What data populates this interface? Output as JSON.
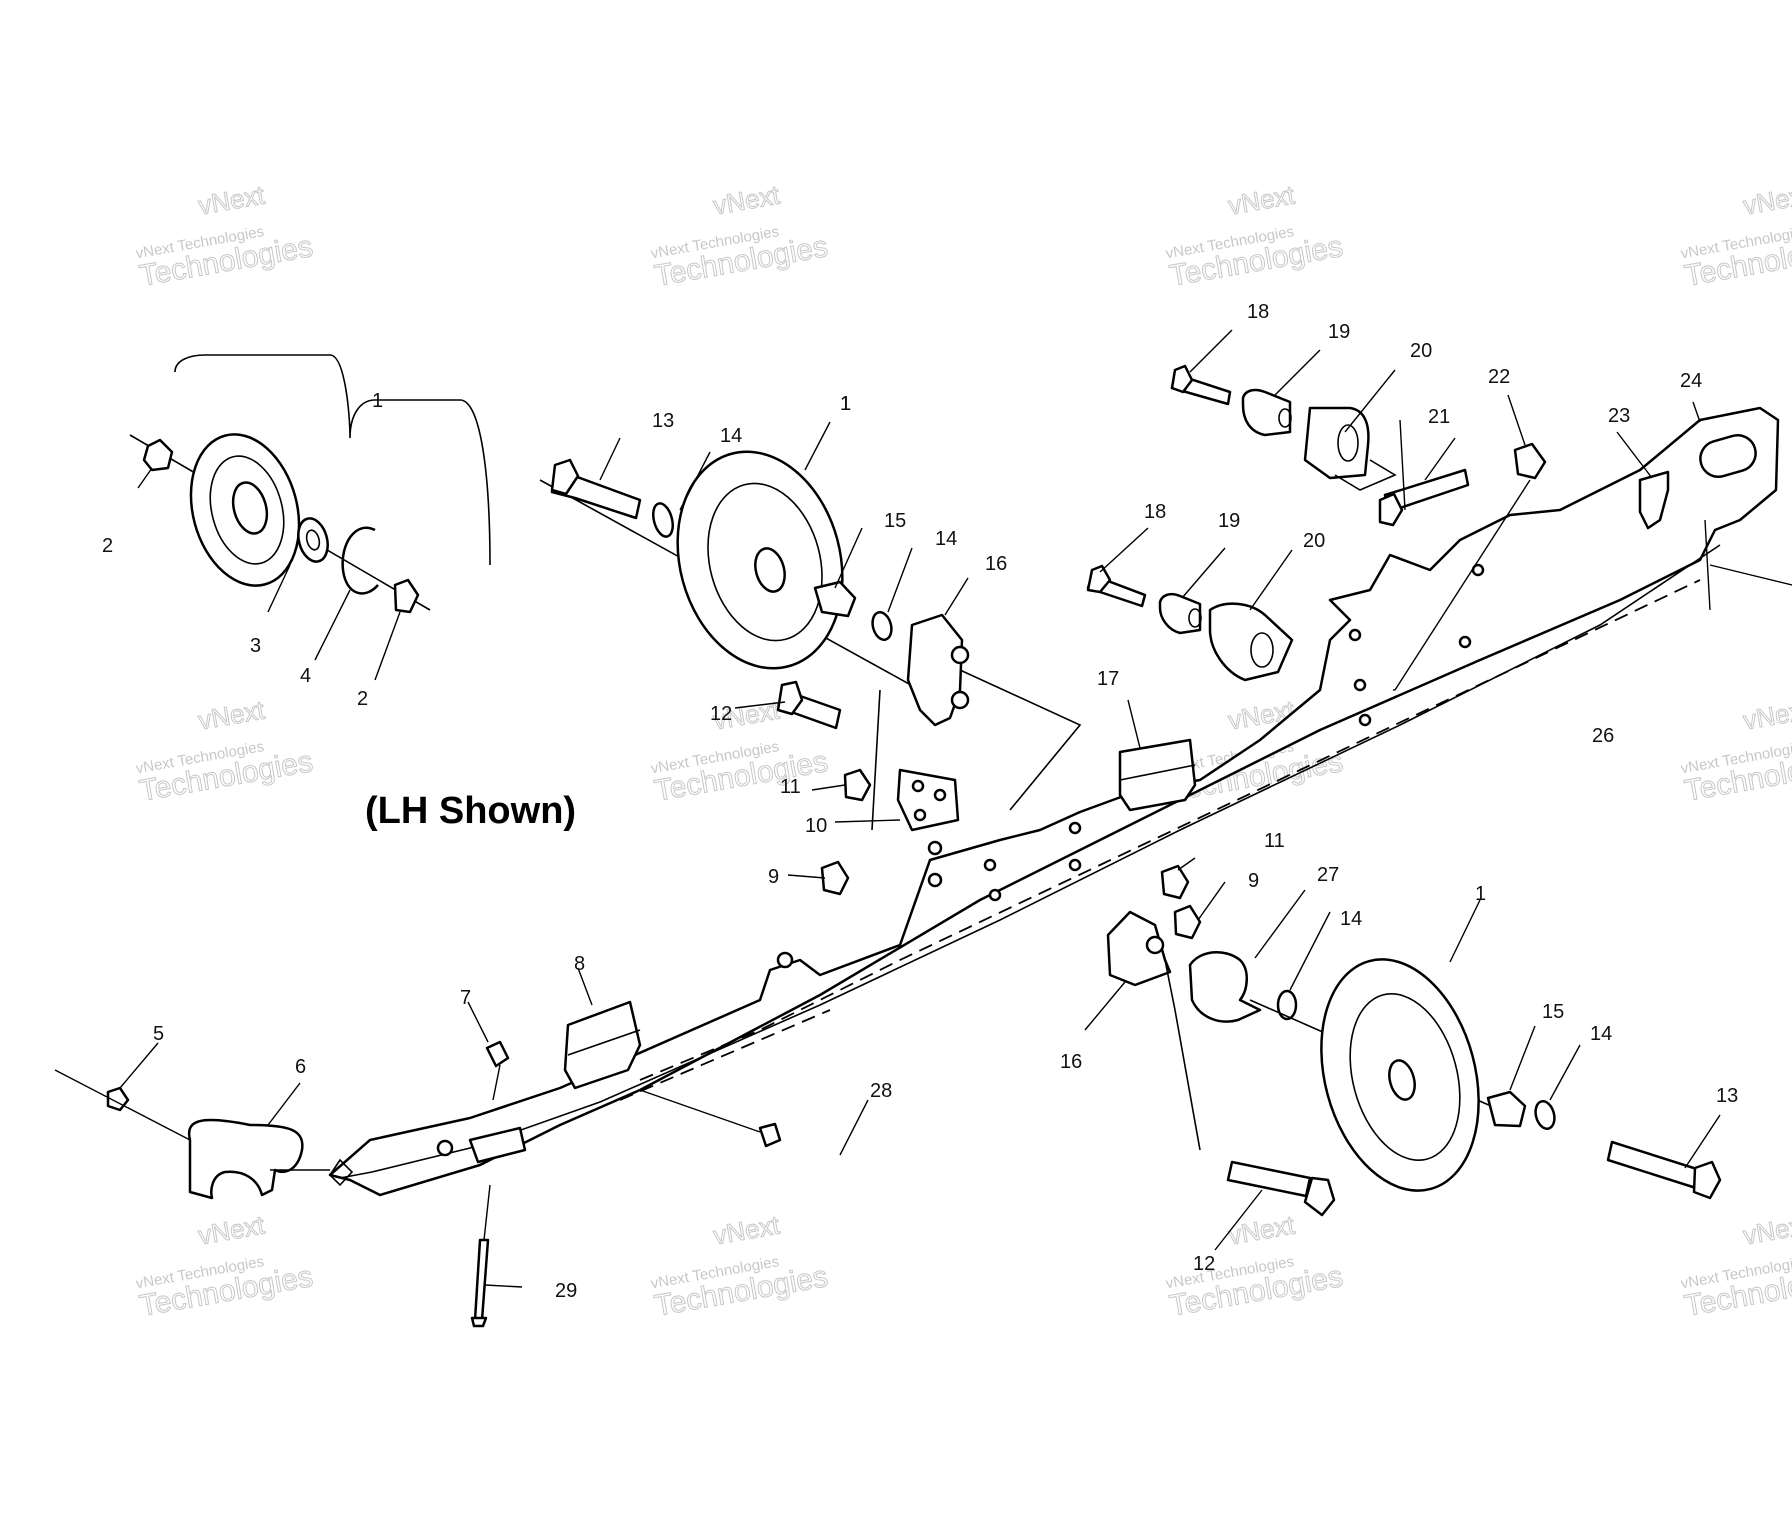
{
  "note": "(LH Shown)",
  "watermark": {
    "line1": "vNext",
    "line2": "vNext Technologies",
    "line3": "Technologies"
  },
  "callouts": [
    "1",
    "2",
    "3",
    "4",
    "2",
    "1",
    "13",
    "14",
    "1",
    "15",
    "14",
    "16",
    "12",
    "11",
    "10",
    "9",
    "18",
    "19",
    "20",
    "21",
    "22",
    "23",
    "24",
    "18",
    "19",
    "20",
    "17",
    "26",
    "11",
    "9",
    "27",
    "14",
    "1",
    "16",
    "15",
    "14",
    "13",
    "12",
    "8",
    "7",
    "5",
    "6",
    "28",
    "29"
  ]
}
